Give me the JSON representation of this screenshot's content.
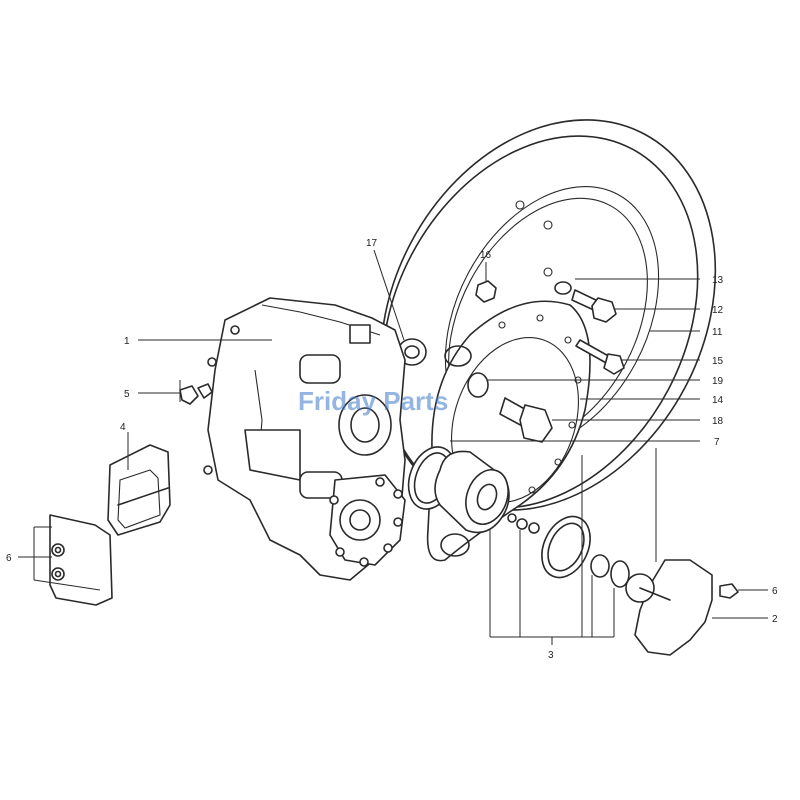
{
  "watermark": "Friday Parts",
  "callouts": [
    {
      "id": "1",
      "label": "1"
    },
    {
      "id": "2",
      "label": "2"
    },
    {
      "id": "3",
      "label": "3"
    },
    {
      "id": "4",
      "label": "4"
    },
    {
      "id": "5",
      "label": "5"
    },
    {
      "id": "6a",
      "label": "6"
    },
    {
      "id": "6b",
      "label": "6"
    },
    {
      "id": "7",
      "label": "7"
    },
    {
      "id": "11",
      "label": "11"
    },
    {
      "id": "12",
      "label": "12"
    },
    {
      "id": "13",
      "label": "13"
    },
    {
      "id": "14",
      "label": "14"
    },
    {
      "id": "15",
      "label": "15"
    },
    {
      "id": "16",
      "label": "16"
    },
    {
      "id": "17",
      "label": "17"
    },
    {
      "id": "18",
      "label": "18"
    },
    {
      "id": "19",
      "label": "19"
    }
  ],
  "colors": {
    "ink": "#2a2a2a",
    "watermark": "#3d78c9"
  }
}
